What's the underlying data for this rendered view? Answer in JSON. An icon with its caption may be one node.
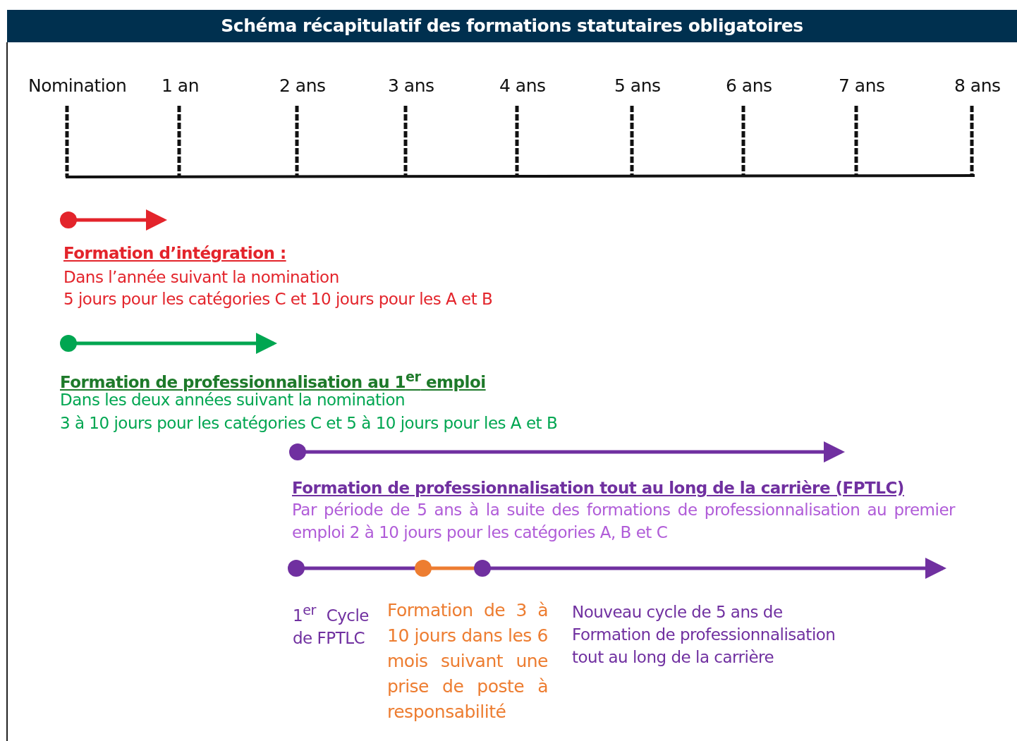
{
  "diagram": {
    "title": "Schéma récapitulatif des formations statutaires obligatoires",
    "labels": [
      "Nomination",
      "1 an",
      "2 ans",
      "3 ans",
      "4 ans",
      "5 ans",
      "6 ans",
      "7 ans",
      "8 ans",
      "Formation d’intégration :",
      "Dans l’année suivant la nomination",
      "5 jours pour les catégories C et 10 jours pour les A et B",
      "Formation de professionnalisation au 1$^{er}$ emploi",
      "Dans les deux années suivant la nomination",
      "3 à 10 jours pour les catégories C et 5 à 10 jours pour les A et B",
      "Formation de professionnalisation tout au long de la carrière (FPTLC)",
      "Par période de 5 ans à la suite des formations de professionnalisation au premier emploi 2 à 10 jours pour les catégories A, B et C",
      "1$^{er}$ Cycle de FPTLC",
      "Formation de 3 à 10 jours dans les 6 mois suivant une prise de poste à responsabilité",
      "Nouveau cycle de 5 ans de Formation de professionnalisation tout au long de la carrière"
    ]
  }
}
